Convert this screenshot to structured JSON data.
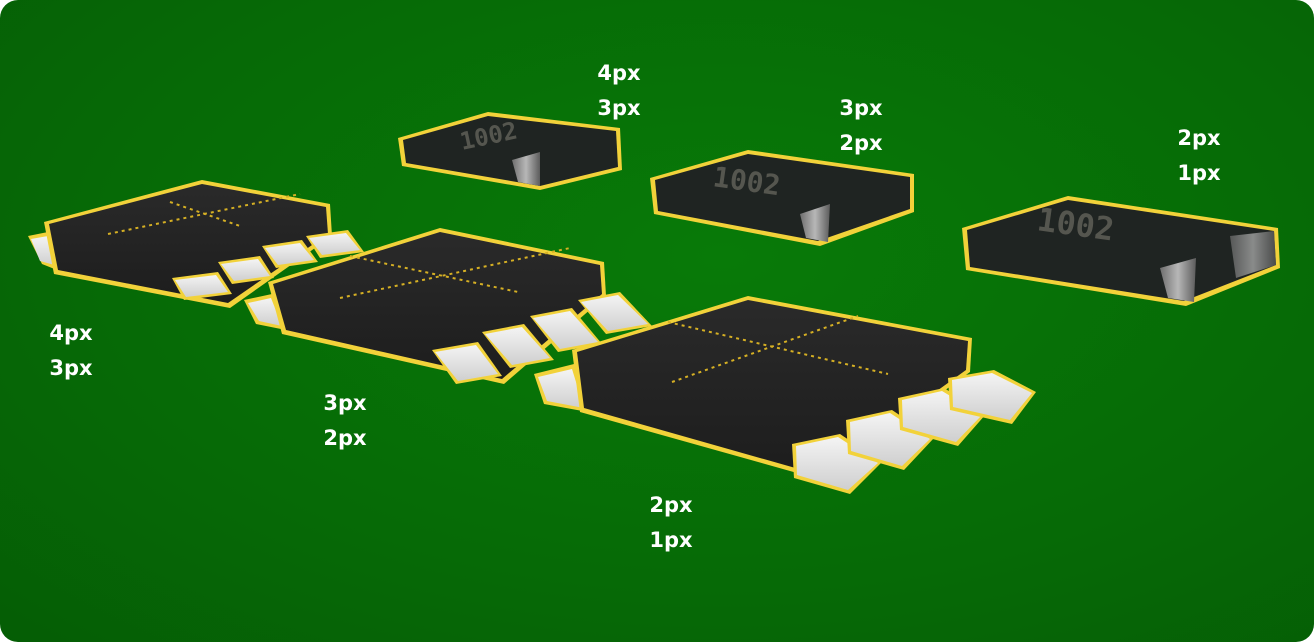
{
  "background_color": "#077007",
  "outline_color": "#f2d23a",
  "labels": {
    "qfp_large": [
      "4px",
      "3px"
    ],
    "qfp_medium": [
      "3px",
      "2px"
    ],
    "qfp_small": [
      "2px",
      "1px"
    ],
    "resistor_small": [
      "4px",
      "3px"
    ],
    "resistor_medium": [
      "3px",
      "2px"
    ],
    "resistor_large": [
      "2px",
      "1px"
    ]
  },
  "resistor_marking": "1002"
}
